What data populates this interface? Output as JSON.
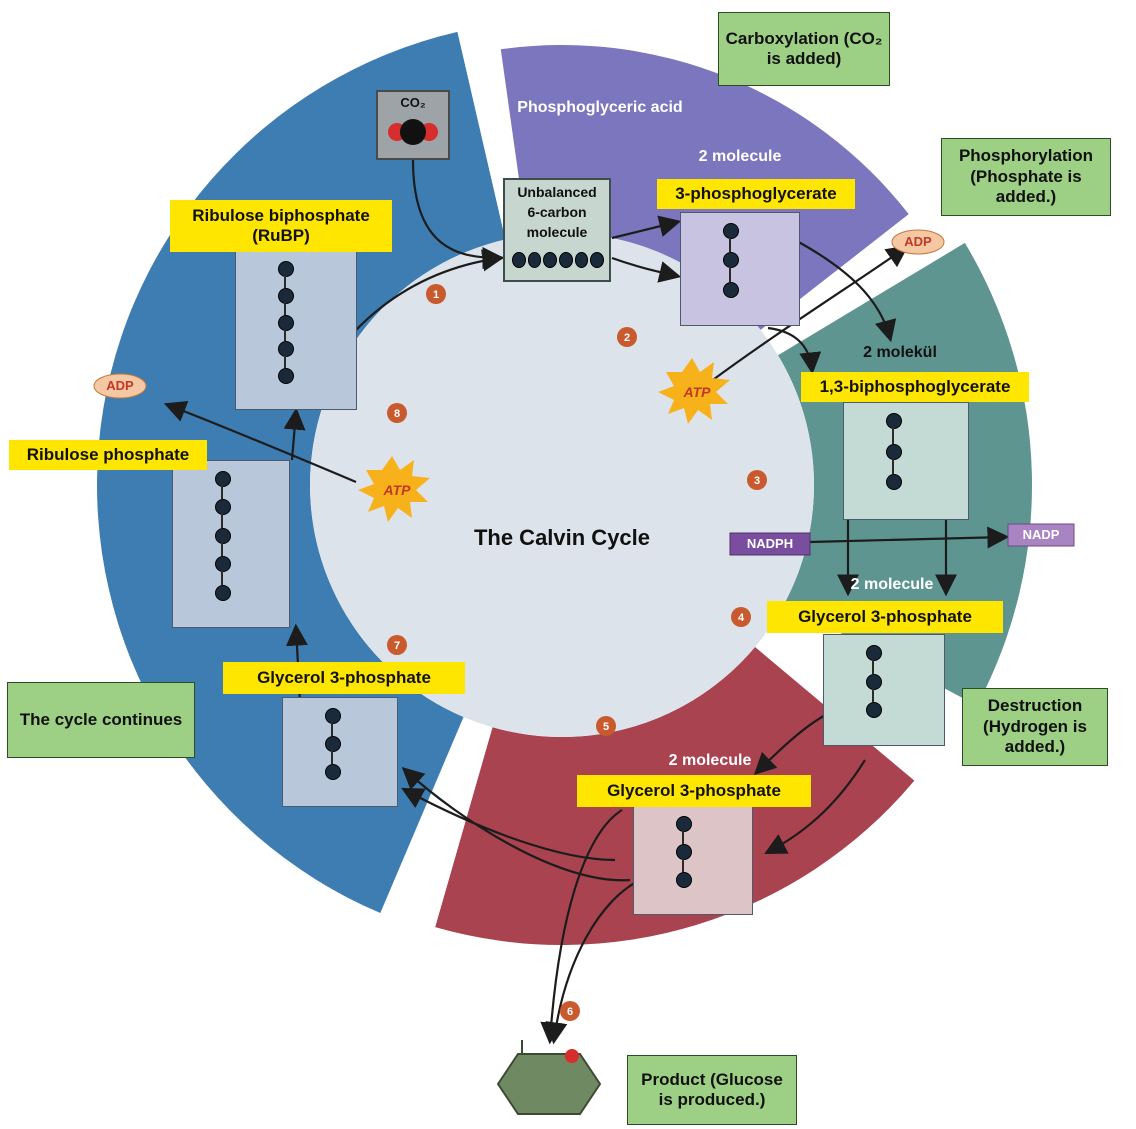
{
  "title": "The Calvin Cycle",
  "boxes": {
    "carboxylation": "Carboxylation (CO₂ is added)",
    "phosphorylation": "Phosphorylation (Phosphate is added.)",
    "destruction": "Destruction (Hydrogen is added.)",
    "cycle_continues": "The cycle continues",
    "product": "Product (Glucose is produced.)"
  },
  "compounds": {
    "phosphoglyceric_acid": "Phosphoglyceric acid",
    "pga_count": "2 molecule",
    "pga": "3-phosphoglycerate",
    "bpg_count": "2 molekül",
    "bpg": "1,3-biphosphoglycerate",
    "g3p_right_count": "2 molecule",
    "g3p_right": "Glycerol 3-phosphate",
    "g3p_bottom_count": "2 molecule",
    "g3p_bottom": "Glycerol 3-phosphate",
    "g3p_left": "Glycerol 3-phosphate",
    "rubp_line1": "Ribulose biphosphate",
    "rubp_line2": "(RuBP)",
    "ribulose_phosphate": "Ribulose phosphate",
    "unbalanced_line1": "Unbalanced",
    "unbalanced_line2": "6-carbon",
    "unbalanced_line3": "molecule",
    "co2": "CO₂"
  },
  "cofactors": {
    "adp_right": "ADP",
    "adp_left": "ADP",
    "atp_right": "ATP",
    "atp_left": "ATP",
    "nadph": "NADPH",
    "nadp": "NADP"
  },
  "steps": [
    "1",
    "2",
    "3",
    "4",
    "5",
    "6",
    "7",
    "8"
  ],
  "colors": {
    "purple_sector": "#7b76bd",
    "teal_sector": "#5e9591",
    "red_sector": "#a9434f",
    "blue_sector": "#3d7db1",
    "center_disk": "#dde3ea",
    "label_yellow": "#ffe600",
    "label_green": "#9dcf85",
    "step_marker": "#c85a2e",
    "atp_burst": "#f7b21b",
    "nadph_tag": "#7a4e9e"
  }
}
